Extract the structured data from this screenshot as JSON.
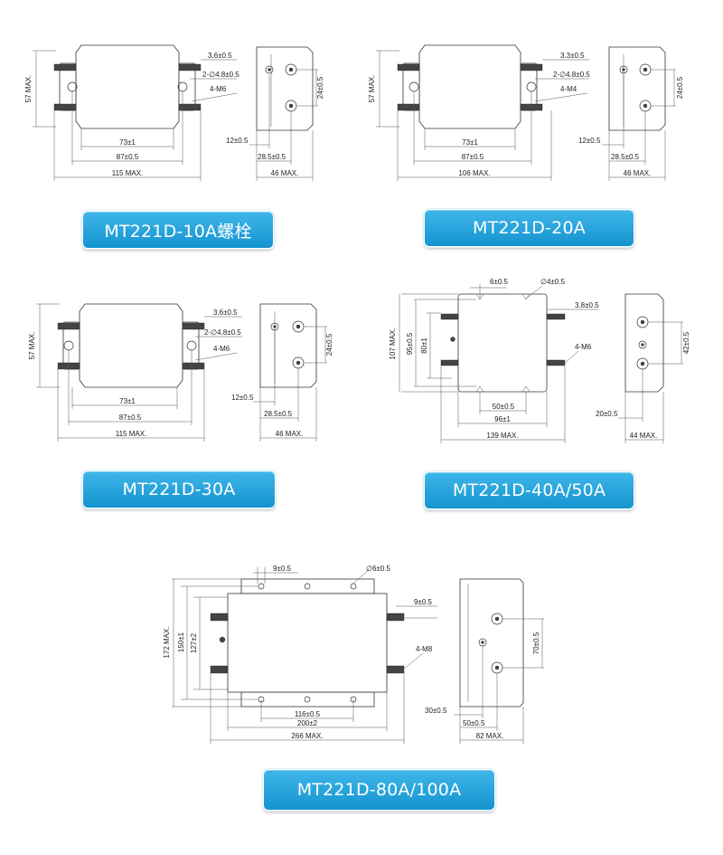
{
  "models": [
    {
      "name": "MT221D-10A螺栓",
      "front": {
        "spacing": "3.6±0.5",
        "hole": "2-∅4.8±0.5",
        "thread": "4-M6",
        "height": "57 MAX.",
        "inner": "73±1",
        "mid": "87±0.5",
        "total": "115 MAX."
      },
      "side": {
        "pitch": "24±0.5",
        "offset": "12±0.5",
        "depth": "28.5±0.5",
        "width": "46 MAX."
      }
    },
    {
      "name": "MT221D-20A",
      "front": {
        "spacing": "3.3±0.5",
        "hole": "2-∅4.8±0.5",
        "thread": "4-M4",
        "height": "57 MAX.",
        "inner": "73±1",
        "mid": "87±0.5",
        "total": "106 MAX."
      },
      "side": {
        "pitch": "24±0.5",
        "offset": "12±0.5",
        "depth": "28.5±0.5",
        "width": "46 MAX."
      }
    },
    {
      "name": "MT221D-30A",
      "front": {
        "spacing": "3.6±0.5",
        "hole": "2-∅4.8±0.5",
        "thread": "4-M6",
        "height": "57 MAX.",
        "inner": "73±1",
        "mid": "87±0.5",
        "total": "115 MAX."
      },
      "side": {
        "pitch": "24±0.5",
        "offset": "12±0.5",
        "depth": "28.5±0.5",
        "width": "46 MAX."
      }
    },
    {
      "name": "MT221D-40A/50A",
      "front": {
        "slot": "6±0.5",
        "hole": "∅4±0.5",
        "spacing": "3.8±0.5",
        "thread": "4-M6",
        "height": "107 MAX.",
        "v1": "95±0.5",
        "v2": "80±1",
        "inner": "50±0.5",
        "mid": "96±1",
        "total": "139 MAX."
      },
      "side": {
        "pitch": "42±0.5",
        "offset": "20±0.5",
        "width": "44 MAX."
      }
    },
    {
      "name": "MT221D-80A/100A",
      "front": {
        "slot": "9±0.5",
        "hole": "∅6±0.5",
        "spacing": "9±0.5",
        "thread": "4-M8",
        "height": "172 MAX.",
        "v1": "150±1",
        "v2": "127±2",
        "inner": "116±0.5",
        "mid": "200±2",
        "total": "266 MAX."
      },
      "side": {
        "pitch": "70±0.5",
        "offset": "30±0.5",
        "depth": "50±0.5",
        "width": "82 MAX."
      }
    }
  ]
}
